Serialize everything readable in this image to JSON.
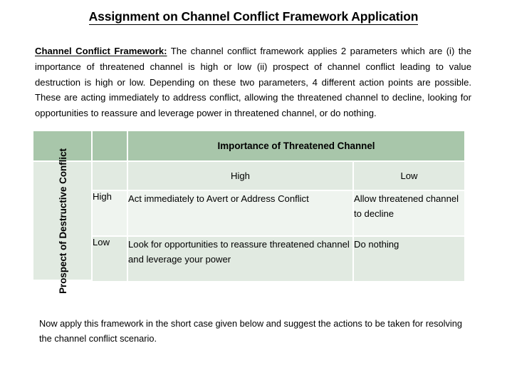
{
  "document": {
    "title": "Assignment on Channel Conflict Framework Application",
    "intro": {
      "lead": "Channel Conflict Framework:",
      "body": " The channel conflict framework applies 2 parameters which are (i) the importance of threatened channel is high or low (ii) prospect of channel conflict leading to value destruction is high or low. Depending on these two parameters, 4 different action points are possible. These are acting immediately to address conflict, allowing the threatened channel to decline, looking for opportunities to reassure and leverage power in threatened channel, or do nothing."
    },
    "closing": "Now apply this framework in the short case given below and suggest the actions to be taken for resolving the channel conflict scenario."
  },
  "matrix": {
    "column_header": "Importance of Threatened Channel",
    "row_header_line1": "Prospect of",
    "row_header_line2": "Destructive Conflict",
    "column_labels": [
      "High",
      "Low"
    ],
    "row_labels": [
      "High",
      "Low"
    ],
    "cells": [
      [
        "Act immediately to Avert or Address Conflict",
        "Allow threatened channel to decline"
      ],
      [
        "Look for opportunities to reassure threatened channel and leverage your power",
        "Do nothing"
      ]
    ],
    "colors": {
      "header_fill": "#a8c6aa",
      "band_fill": "#e1eae1",
      "light_fill": "#eff4ef",
      "gridline": "#ffffff"
    }
  }
}
